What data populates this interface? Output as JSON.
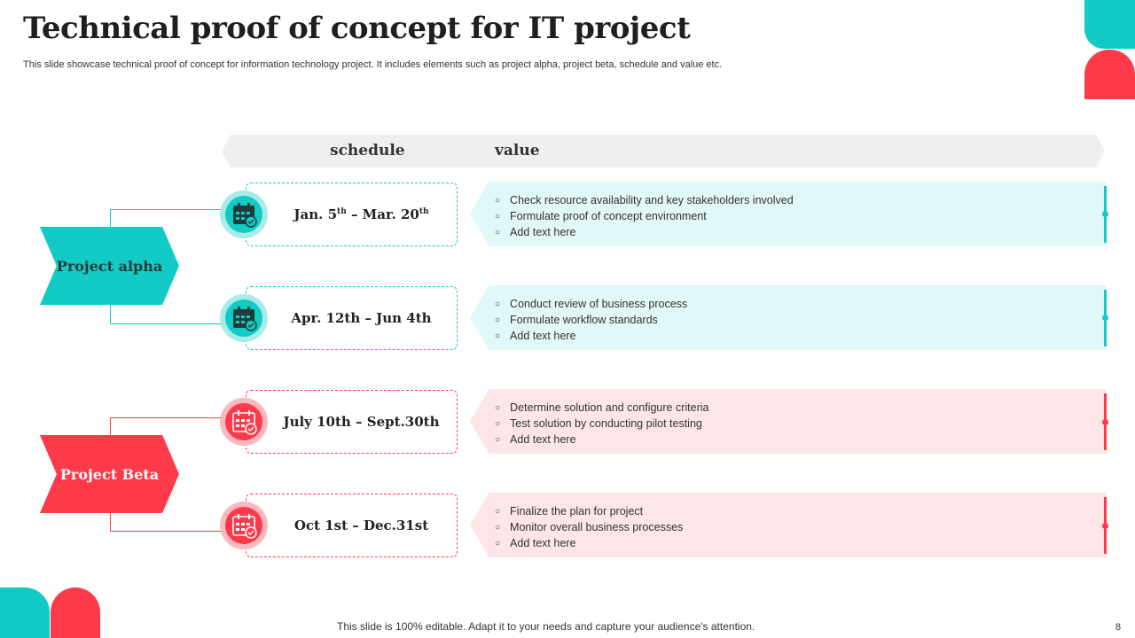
{
  "title": "Technical proof of concept for IT project",
  "subtitle": "This slide showcase technical proof of concept for information technology project. It includes elements such as project alpha, project beta, schedule and value etc.",
  "headers": {
    "schedule": "schedule",
    "value": "value"
  },
  "colors": {
    "teal": "#12cbc4",
    "red": "#fd3a4a",
    "teal_light": "#e0f8f7",
    "red_light": "#fde6e8"
  },
  "projects": [
    {
      "label": "Project alpha"
    },
    {
      "label": "Project Beta"
    }
  ],
  "rows": [
    {
      "icon": "calendar-icon",
      "date_a": "Jan. 5",
      "date_a_sup": "th",
      "date_sep": " – Mar. 20",
      "date_b_sup": "th",
      "items": [
        "Check resource  availability  and key stakeholders involved",
        "Formulate proof  of concept environment",
        "Add text here"
      ]
    },
    {
      "icon": "calendar-icon",
      "date": "Apr. 12th – Jun 4th",
      "items": [
        "Conduct  review  of business process",
        "Formulate workflow  standards",
        "Add text here"
      ]
    },
    {
      "icon": "calendar-icon",
      "date": "July 10th  – Sept.30th",
      "items": [
        "Determine  solution  and configure  criteria",
        "Test solution  by conducting pilot testing",
        "Add text here"
      ]
    },
    {
      "icon": "calendar-icon",
      "date": "Oct 1st – Dec.31st",
      "items": [
        "Finalize the plan for project",
        "Monitor overall  business processes",
        "Add text here"
      ]
    }
  ],
  "footer": "This slide is 100% editable. Adapt it to your needs and capture your audience's attention.",
  "page_number": "8"
}
